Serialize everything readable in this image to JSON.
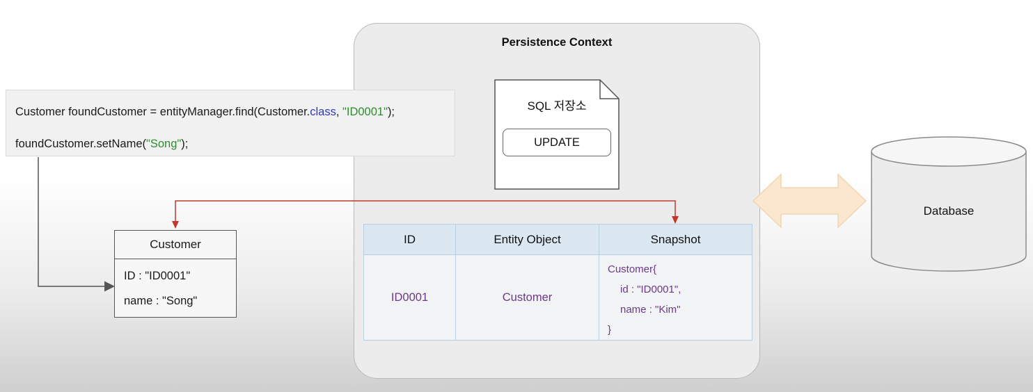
{
  "code": {
    "line1": {
      "prefix": "Customer foundCustomer = entityManager.find(Customer.",
      "keyword": "class",
      "sep": ", ",
      "string": "\"ID0001\"",
      "suffix": ");"
    },
    "line2": {
      "prefix": "foundCustomer.setName(",
      "string": "\"Song\"",
      "suffix": ");"
    }
  },
  "customer_object": {
    "title": "Customer",
    "fields": [
      "ID : \"ID0001\"",
      "name : \"Song\""
    ]
  },
  "persistence_context": {
    "title": "Persistence Context",
    "sql_store": {
      "title": "SQL 저장소",
      "statement": "UPDATE"
    },
    "table": {
      "headers": [
        "ID",
        "Entity Object",
        "Snapshot"
      ],
      "row": {
        "id": "ID0001",
        "entity": "Customer",
        "snapshot": [
          "Customer{",
          "id : \"ID0001\",",
          "name : \"Kim\"",
          "}"
        ]
      }
    }
  },
  "database": {
    "label": "Database"
  },
  "colors": {
    "reference_arrow": "#555555",
    "compare_arrow": "#c0392b",
    "db_arrow_fill": "#fbe7cf",
    "table_header": "#dbe7f1",
    "table_text": "#6a3a86",
    "keyword": "#2f3bb4",
    "string": "#2e8b2e"
  }
}
